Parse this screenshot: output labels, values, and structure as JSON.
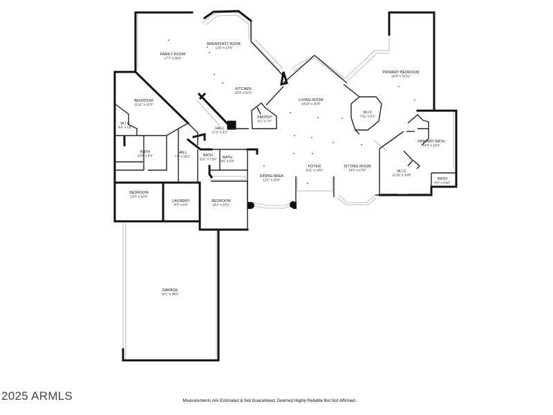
{
  "rooms": [
    {
      "name": "FAMILY ROOM",
      "dims": "17'7\" x 25'8\""
    },
    {
      "name": "BREAKFAST NOOK",
      "dims": "12'5\" x 17'6\""
    },
    {
      "name": "KITCHEN",
      "dims": "18'3\" x 21'5\""
    },
    {
      "name": "PANTRY",
      "dims": "6'1\" x 7'0\""
    },
    {
      "name": "HALL",
      "dims": "17'1\" x 5'2\""
    },
    {
      "name": "LIVING ROOM",
      "dims": "24'10\" x 20'3\""
    },
    {
      "name": "PRIMARY BEDROOM",
      "dims": "22'9\" x 32'11\""
    },
    {
      "name": "W.I.C",
      "dims": "7'11\" x 6'1\""
    },
    {
      "name": "PRIMARY BATH",
      "dims": "14'8\" x 10'4\""
    },
    {
      "name": "W.I.C",
      "dims": "12'10\" x 14'8\""
    },
    {
      "name": "BATH",
      "dims": "6'4\" x 3'10\""
    },
    {
      "name": "BEDROOM",
      "dims": "11'11\" x 21'3\""
    },
    {
      "name": "W.I.C",
      "dims": "8'4\" x 5'8\""
    },
    {
      "name": "BATH",
      "dims": "13'4\" x 8'4\""
    },
    {
      "name": "HALL",
      "dims": "7'1\" x 16'2\""
    },
    {
      "name": "BATH",
      "dims": "5'11\" x 7'10\""
    },
    {
      "name": "BATH",
      "dims": "3'0\" x 5'0\""
    },
    {
      "name": "DINING AREA",
      "dims": "12'1\" x 20'8\""
    },
    {
      "name": "FOYER",
      "dims": "9'11\" x 14'6\""
    },
    {
      "name": "SITTING ROOM",
      "dims": "14'5\" x 17'8\""
    },
    {
      "name": "BEDROOM",
      "dims": "13'4\" x 12'8\""
    },
    {
      "name": "LAUNDRY",
      "dims": "9'3\" x 9'3\""
    },
    {
      "name": "BEDROOM",
      "dims": "15'1\" x 15'1\""
    },
    {
      "name": "GARAGE",
      "dims": "24'1\" x 36'0\""
    }
  ],
  "footer": {
    "brand": "2025 ARMLS",
    "disclaimer": "Measurements Are Estimated & Not Guaranteed. Deemed Highly Reliable But Not Affirmed."
  }
}
